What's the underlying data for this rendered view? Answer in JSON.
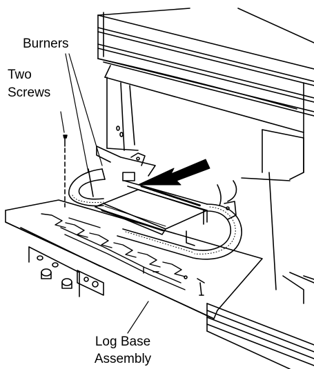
{
  "labels": {
    "burners": "Burners",
    "two_screws_line1": "Two",
    "two_screws_line2": "Screws",
    "log_base_line1": "Log Base",
    "log_base_line2": "Assembly"
  }
}
